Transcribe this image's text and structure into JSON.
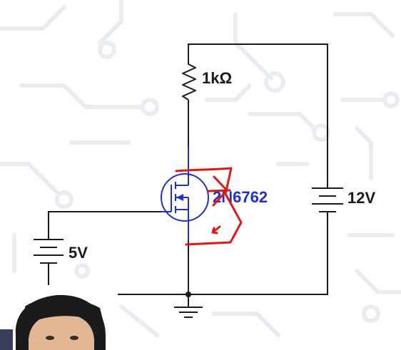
{
  "diagram": {
    "components": {
      "resistor": {
        "label": "1kΩ"
      },
      "transistor": {
        "label": "2N6762"
      },
      "gate_source": {
        "label": "5V"
      },
      "drain_source": {
        "label": "12V"
      }
    },
    "colors": {
      "wire": "#1a1a1a",
      "transistor": "#1f2fd1",
      "annotation": "#e01818",
      "background_pattern": "#e9edf2"
    },
    "overlays": {
      "presenter_webcam": "presenter"
    }
  }
}
